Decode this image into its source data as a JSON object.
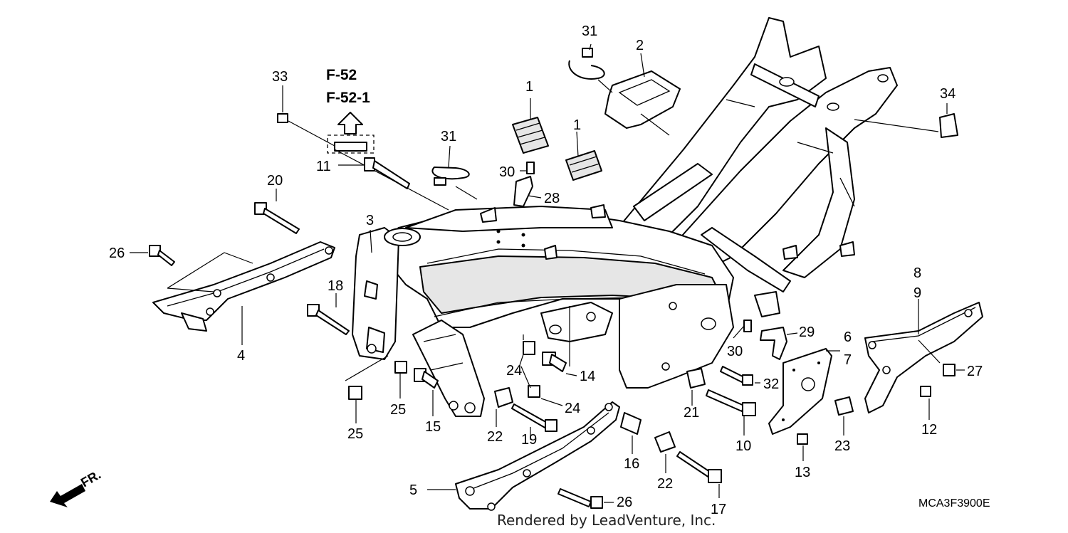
{
  "diagram": {
    "ref_lines": [
      "F-52",
      "F-52-1"
    ],
    "drawing_code": "MCA3F3900E",
    "credit": "Rendered by LeadVenture, Inc.",
    "front_indicator": "FR.",
    "callouts": [
      "1",
      "1",
      "2",
      "3",
      "4",
      "5",
      "6",
      "7",
      "8",
      "9",
      "10",
      "11",
      "12",
      "13",
      "14",
      "15",
      "16",
      "17",
      "18",
      "19",
      "20",
      "21",
      "22",
      "22",
      "23",
      "24",
      "24",
      "25",
      "25",
      "26",
      "26",
      "27",
      "28",
      "29",
      "30",
      "30",
      "31",
      "31",
      "32",
      "33",
      "34"
    ]
  }
}
